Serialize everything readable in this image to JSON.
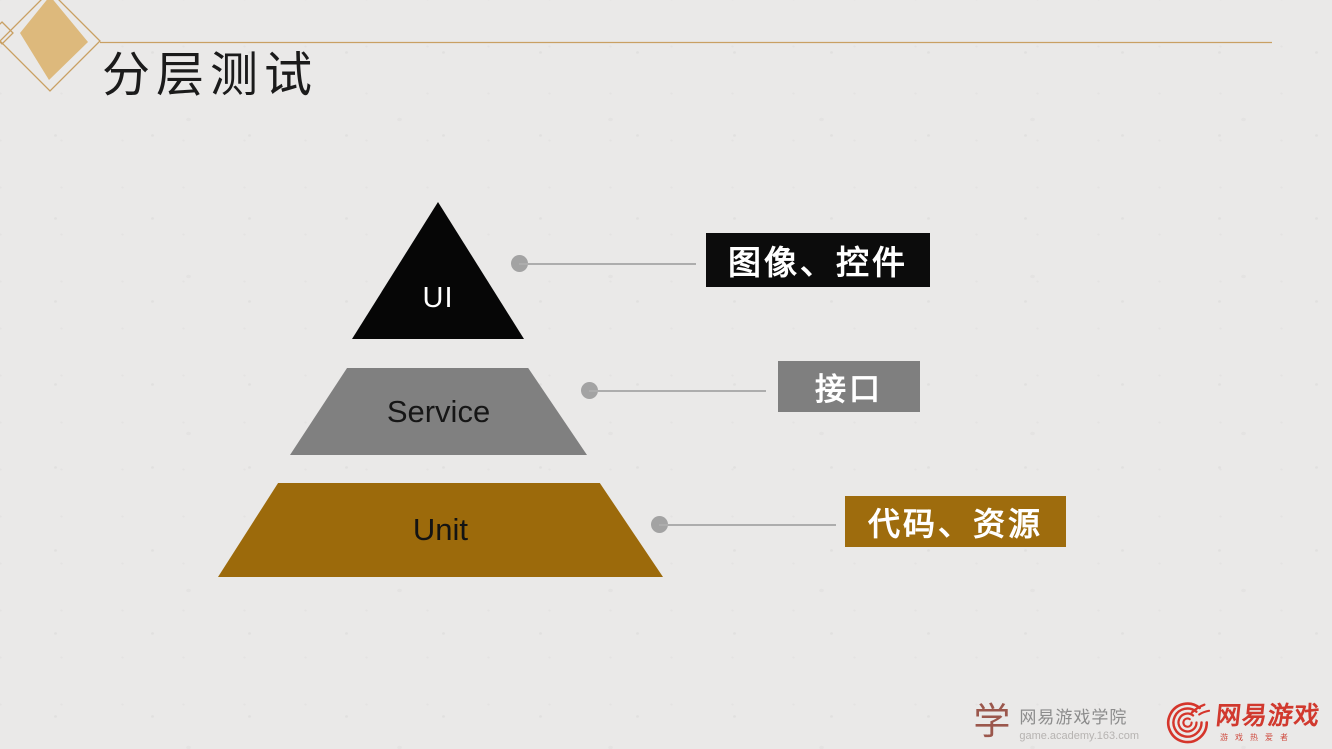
{
  "slide": {
    "title": "分层测试",
    "bg_color": "#eae9e8",
    "accent_line_color": "#c9a063",
    "diamond_fill_color": "#ddb97c"
  },
  "pyramid": {
    "connector_color": "#a6a6a6",
    "layers": [
      {
        "name": "UI",
        "callout": "图像、控件",
        "shape_color": "#060606",
        "callout_bg": "#0c0c0c",
        "callout_text_color": "#ffffff"
      },
      {
        "name": "Service",
        "callout": "接口",
        "shape_color": "#808080",
        "callout_bg": "#7f7f7f",
        "callout_text_color": "#ffffff"
      },
      {
        "name": "Unit",
        "callout": "代码、资源",
        "shape_color": "#9c6a0b",
        "callout_bg": "#9e6c0d",
        "callout_text_color": "#ffffff"
      }
    ]
  },
  "footer": {
    "academy": {
      "icon": "academy-seal-icon",
      "icon_glyph": "学",
      "name": "网易游戏学院",
      "url": "game.academy.163.com"
    },
    "netease": {
      "icon": "netease-swirl-icon",
      "name": "网易游戏",
      "tagline": "游戏热爱者"
    }
  }
}
